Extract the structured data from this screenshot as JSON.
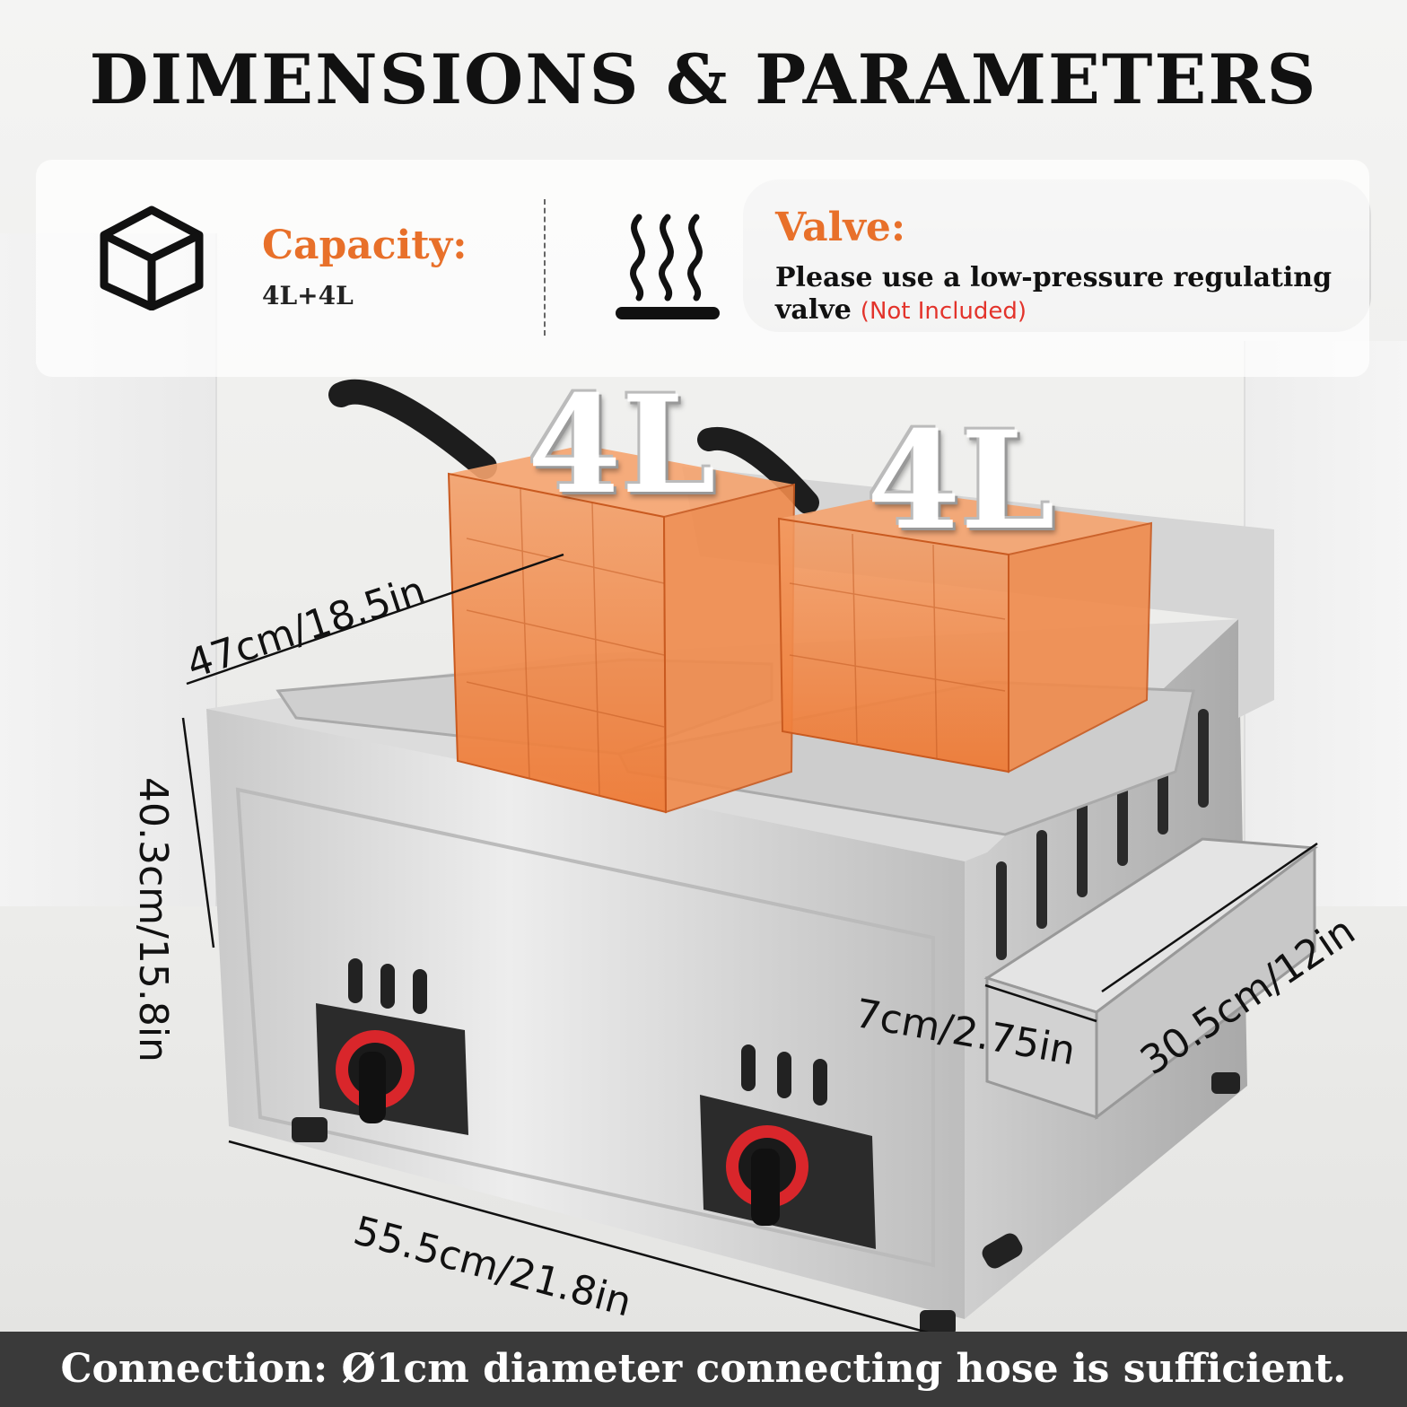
{
  "header": {
    "title": "DIMENSIONS & PARAMETERS"
  },
  "capacity": {
    "icon": "cube-icon",
    "title": "Capacity:",
    "value": "4L+4L"
  },
  "valve": {
    "icon": "heat-waves-icon",
    "title": "Valve:",
    "text": "Please use a low-pressure regulating valve",
    "note": "(Not Included)"
  },
  "baskets": {
    "left_label": "4L",
    "right_label": "4L"
  },
  "dimensions": {
    "depth": "47cm/18.5in",
    "height": "40.3cm/15.8in",
    "width": "55.5cm/21.8in",
    "tray_depth": "30.5cm/12in",
    "tray_height": "7cm/2.75in"
  },
  "footer": {
    "text": "Connection: Ø1cm diameter connecting hose is sufficient."
  },
  "colors": {
    "accent": "#e8702a",
    "note_red": "#e3332b",
    "basket_orange": "#f08a4b",
    "footer_bg": "#3a3a3a"
  }
}
